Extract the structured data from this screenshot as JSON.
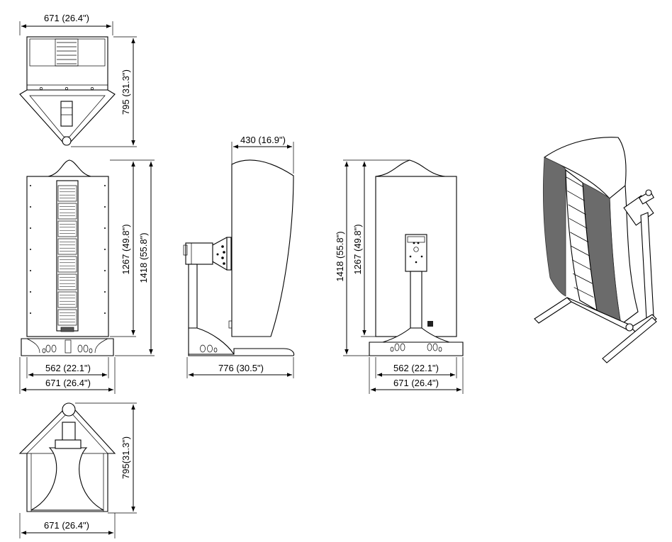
{
  "dimensions": {
    "top_width": "671 (26.4\")",
    "top_depth": "795 (31.3\")",
    "front_height_body": "1267 (49.8\")",
    "front_height_total": "1418 (55.8\")",
    "front_inner_width": "562 (22.1\")",
    "front_outer_width": "671 (26.4\")",
    "side_top_depth": "430 (16.9\")",
    "side_base_depth": "776 (30.5\")",
    "rear_height_total": "1418 (55.8\")",
    "rear_height_body": "1267 (49.8\")",
    "rear_inner_width": "562 (22.1\")",
    "rear_outer_width": "671 (26.4\")",
    "bottom_depth": "795(31.3\")",
    "bottom_width": "671 (26.4\")"
  },
  "colors": {
    "line": "#000000",
    "grille": "#6b6b6b",
    "background": "#ffffff"
  }
}
